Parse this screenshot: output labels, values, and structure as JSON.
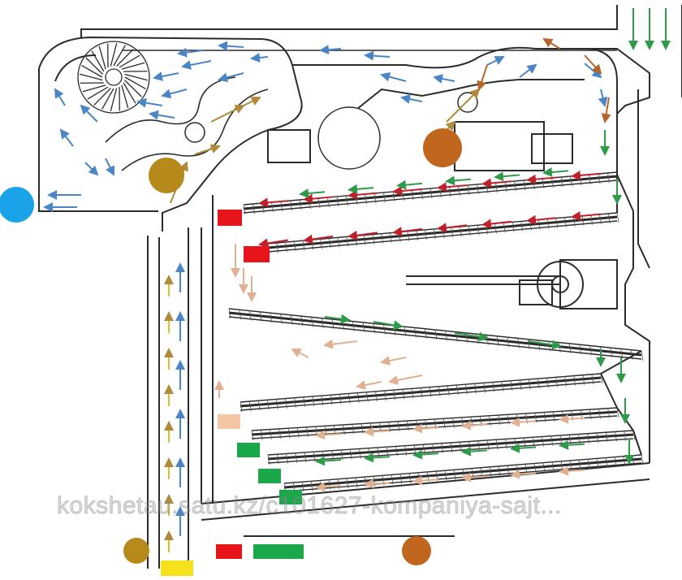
{
  "diagram": {
    "watermark": "kokshetau.satu.kz/c101627-kompaniya-sajt...",
    "colors": {
      "line": "#2b2b2b",
      "air": "#4a86c6",
      "light_fraction": "#b08a3a",
      "heavy_fraction": "#c0202a",
      "clean_grain": "#2e9a4a",
      "intake": "#f5d11c",
      "output_peach": "#f4c6a4",
      "tan_arrow": "#e7bfa0",
      "dust_circle": "#b5891a",
      "sediment_circle": "#c0661e",
      "fan_circle": "#1aa3e8"
    },
    "legend": [
      {
        "shape": "circle",
        "color": "#b5891a",
        "label": ""
      },
      {
        "shape": "rect",
        "color": "#e8141c",
        "label": ""
      },
      {
        "shape": "rect",
        "color": "#1aa84a",
        "label": ""
      },
      {
        "shape": "circle",
        "color": "#c0661e",
        "label": ""
      }
    ]
  }
}
